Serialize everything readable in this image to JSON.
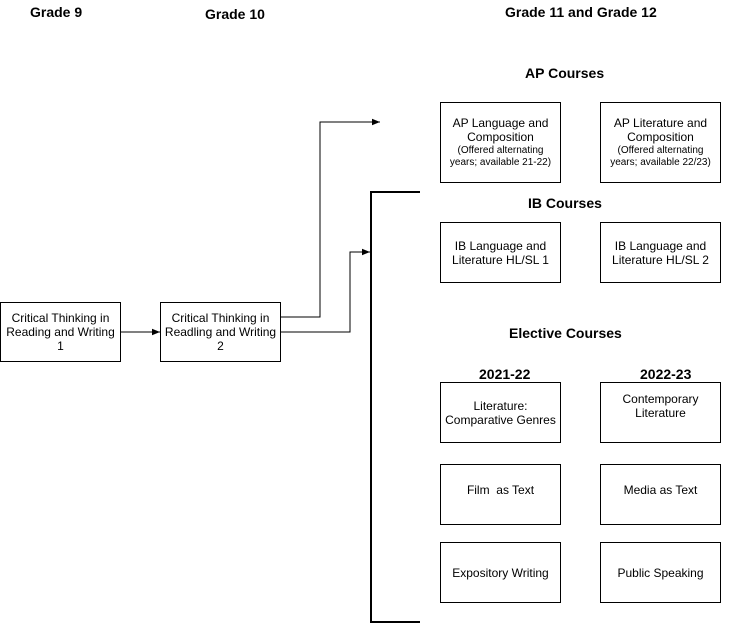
{
  "headers": {
    "grade9": "Grade 9",
    "grade10": "Grade 10",
    "grade11_12": "Grade 11 and Grade 12",
    "ap": "AP Courses",
    "ib": "IB Courses",
    "elective": "Elective Courses",
    "year1": "2021-22",
    "year2": "2022-23"
  },
  "nodes": {
    "grade9_course": "Critical Thinking in Reading and Writing 1",
    "grade10_course": "Critical Thinking in Readling and Writing 2",
    "ap_lang": {
      "main": "AP Language and Composition",
      "note": "(Offered alternating years; available 21-22)"
    },
    "ap_lit": {
      "main": "AP Literature and Composition",
      "note": "(Offered alternating years; available 22/23)"
    },
    "ib_1": "IB Language and Literature HL/SL 1",
    "ib_2": "IB Language and Literature HL/SL 2",
    "elective_lit_genres": "Literature: Comparative Genres",
    "elective_contemporary": "Contemporary Literature",
    "elective_film": "Film  as Text",
    "elective_media": "Media as Text",
    "elective_expository": "Expository Writing",
    "elective_public_speaking": "Public Speaking"
  }
}
